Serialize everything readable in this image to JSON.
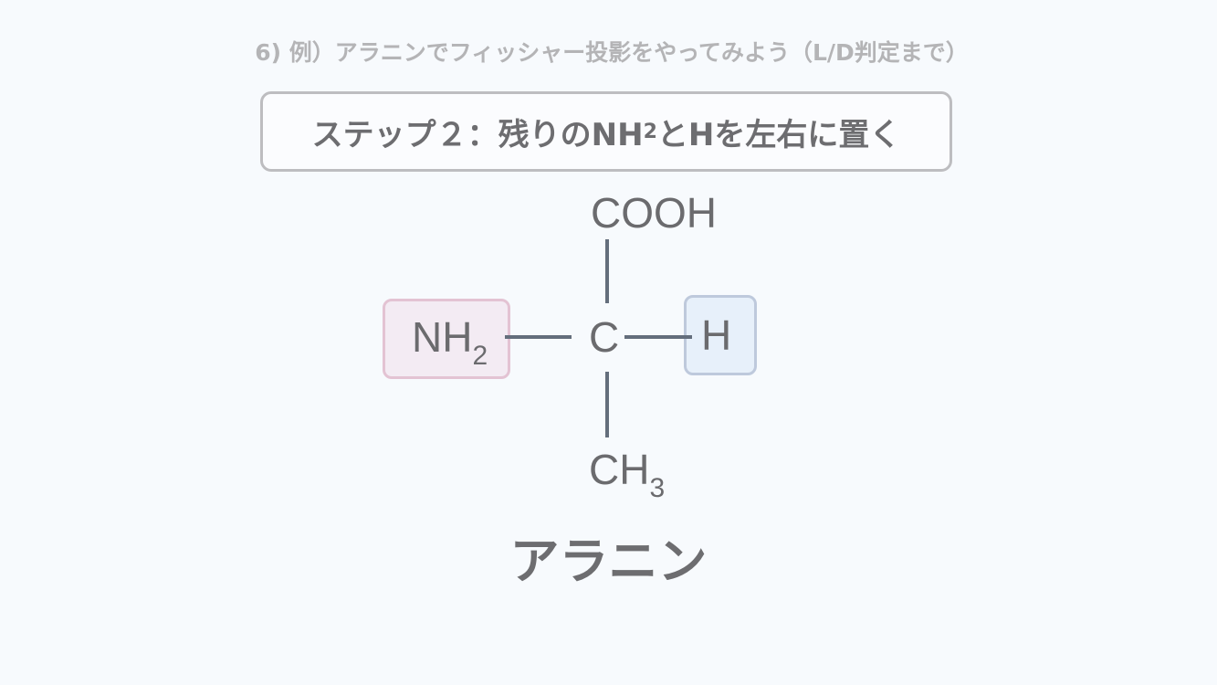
{
  "title": "6) 例）アラニンでフィッシャー投影をやってみよう（L/D判定まで）",
  "step": {
    "prefix": "ステップ２：残りのNH",
    "sub": "2",
    "suffix": "とHを左右に置く"
  },
  "molecule": {
    "top": "COOH",
    "center": "C",
    "right": "H",
    "left": {
      "base": "NH",
      "sub": "2"
    },
    "bottom": {
      "base": "CH",
      "sub": "3"
    },
    "name": "アラニン"
  },
  "colors": {
    "left_box": "#f3ebf3",
    "right_box": "#e7f0fa",
    "bond": "#646e7c"
  }
}
